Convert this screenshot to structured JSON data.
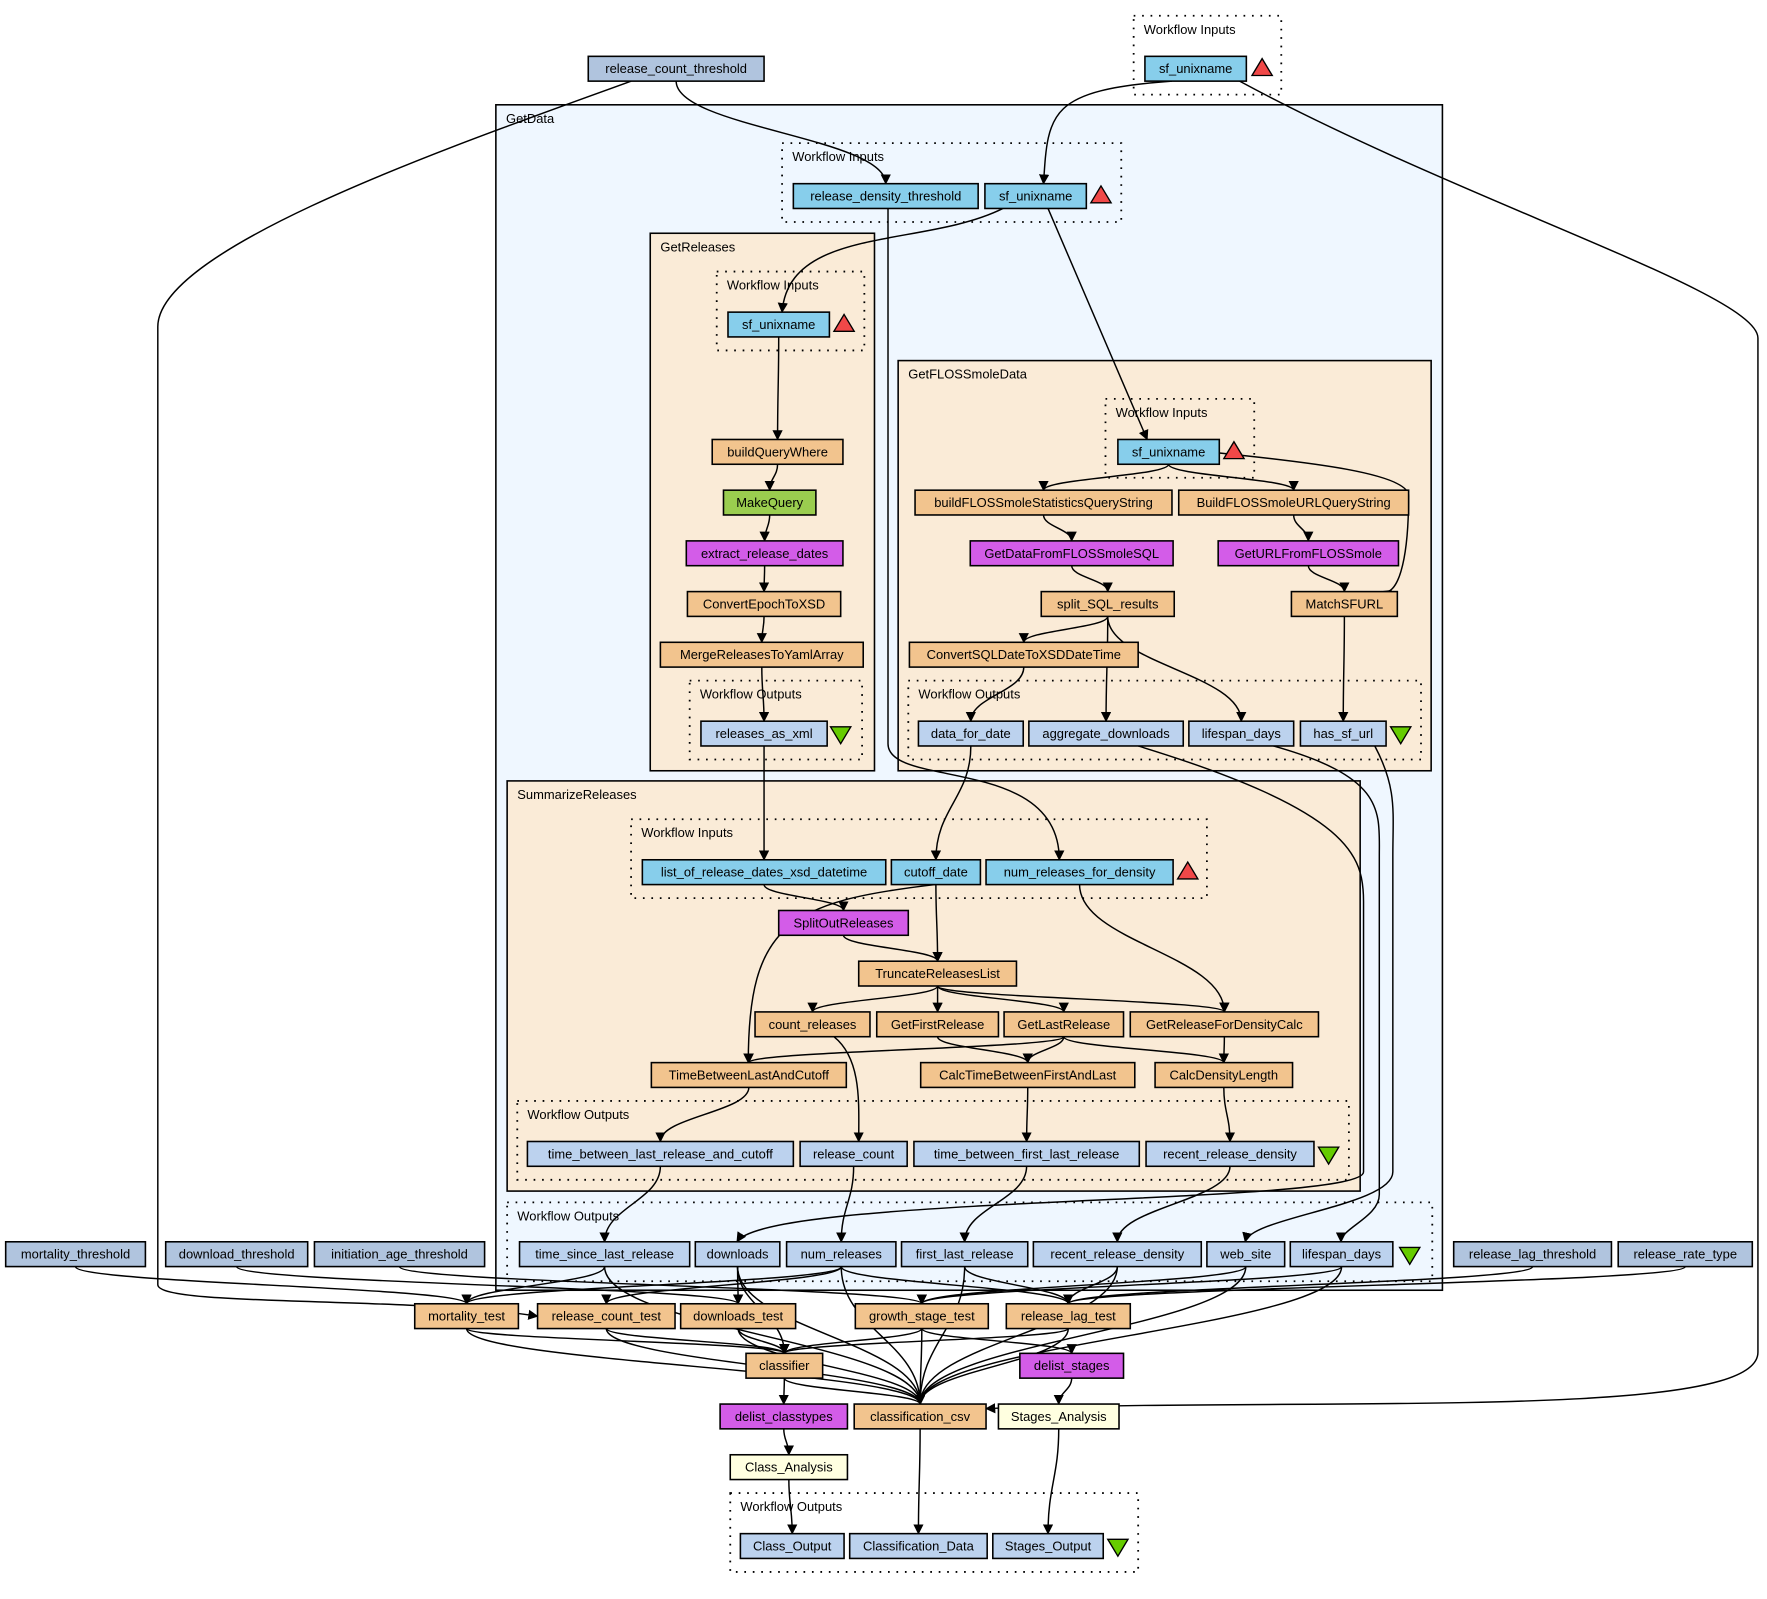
{
  "colors": {
    "top_input": "#b0c4de",
    "workflow_input": "#87ceeb",
    "workflow_output": "#bcd2ee",
    "beanshell": "#f2c48e",
    "local_worker": "#d35ce8",
    "string_constant": "#9acd4f",
    "rshell": "#ffffe0",
    "cluster_getdata": "#eff7ff",
    "cluster_nested": "#faebd7",
    "input_marker": "#f04848",
    "output_marker": "#66cc00"
  },
  "clusters": {
    "top_inputs": "Workflow Inputs",
    "getdata": "GetData",
    "getdata_inputs": "Workflow Inputs",
    "getreleases": "GetReleases",
    "getreleases_inputs": "Workflow Inputs",
    "getreleases_outputs": "Workflow Outputs",
    "getflossmole": "GetFLOSSmoleData",
    "getflossmole_inputs": "Workflow Inputs",
    "getflossmole_outputs": "Workflow Outputs",
    "summarize": "SummarizeReleases",
    "summarize_inputs": "Workflow Inputs",
    "summarize_outputs": "Workflow Outputs",
    "getdata_outputs": "Workflow Outputs",
    "final_outputs": "Workflow Outputs"
  },
  "nodes": {
    "release_count_threshold": {
      "label": "release_count_threshold",
      "kind": "top_input"
    },
    "top_sf_unixname": {
      "label": "sf_unixname",
      "kind": "workflow_input"
    },
    "gd_release_density_threshold": {
      "label": "release_density_threshold",
      "kind": "workflow_input"
    },
    "gd_sf_unixname": {
      "label": "sf_unixname",
      "kind": "workflow_input"
    },
    "gr_sf_unixname": {
      "label": "sf_unixname",
      "kind": "workflow_input"
    },
    "buildQueryWhere": {
      "label": "buildQueryWhere",
      "kind": "beanshell"
    },
    "MakeQuery": {
      "label": "MakeQuery",
      "kind": "string_constant"
    },
    "extract_release_dates": {
      "label": "extract_release_dates",
      "kind": "local_worker"
    },
    "ConvertEpochToXSD": {
      "label": "ConvertEpochToXSD",
      "kind": "beanshell"
    },
    "MergeReleasesToYamlArray": {
      "label": "MergeReleasesToYamlArray",
      "kind": "beanshell"
    },
    "releases_as_xml": {
      "label": "releases_as_xml",
      "kind": "workflow_output"
    },
    "gf_sf_unixname": {
      "label": "sf_unixname",
      "kind": "workflow_input"
    },
    "buildFLOSSmoleStatisticsQueryString": {
      "label": "buildFLOSSmoleStatisticsQueryString",
      "kind": "beanshell"
    },
    "BuildFLOSSmoleURLQueryString": {
      "label": "BuildFLOSSmoleURLQueryString",
      "kind": "beanshell"
    },
    "GetDataFromFLOSSmoleSQL": {
      "label": "GetDataFromFLOSSmoleSQL",
      "kind": "local_worker"
    },
    "GetURLFromFLOSSmole": {
      "label": "GetURLFromFLOSSmole",
      "kind": "local_worker"
    },
    "split_SQL_results": {
      "label": "split_SQL_results",
      "kind": "beanshell"
    },
    "MatchSFURL": {
      "label": "MatchSFURL",
      "kind": "beanshell"
    },
    "ConvertSQLDateToXSDDateTime": {
      "label": "ConvertSQLDateToXSDDateTime",
      "kind": "beanshell"
    },
    "data_for_date": {
      "label": "data_for_date",
      "kind": "workflow_output"
    },
    "aggregate_downloads": {
      "label": "aggregate_downloads",
      "kind": "workflow_output"
    },
    "gf_lifespan_days": {
      "label": "lifespan_days",
      "kind": "workflow_output"
    },
    "has_sf_url": {
      "label": "has_sf_url",
      "kind": "workflow_output"
    },
    "list_of_release_dates_xsd_datetime": {
      "label": "list_of_release_dates_xsd_datetime",
      "kind": "workflow_input"
    },
    "cutoff_date": {
      "label": "cutoff_date",
      "kind": "workflow_input"
    },
    "num_releases_for_density": {
      "label": "num_releases_for_density",
      "kind": "workflow_input"
    },
    "SplitOutReleases": {
      "label": "SplitOutReleases",
      "kind": "local_worker"
    },
    "TruncateReleasesList": {
      "label": "TruncateReleasesList",
      "kind": "beanshell"
    },
    "count_releases": {
      "label": "count_releases",
      "kind": "beanshell"
    },
    "GetFirstRelease": {
      "label": "GetFirstRelease",
      "kind": "beanshell"
    },
    "GetLastRelease": {
      "label": "GetLastRelease",
      "kind": "beanshell"
    },
    "GetReleaseForDensityCalc": {
      "label": "GetReleaseForDensityCalc",
      "kind": "beanshell"
    },
    "TimeBetweenLastAndCutoff": {
      "label": "TimeBetweenLastAndCutoff",
      "kind": "beanshell"
    },
    "CalcTimeBetweenFirstAndLast": {
      "label": "CalcTimeBetweenFirstAndLast",
      "kind": "beanshell"
    },
    "CalcDensityLength": {
      "label": "CalcDensityLength",
      "kind": "beanshell"
    },
    "time_between_last_release_and_cutoff": {
      "label": "time_between_last_release_and_cutoff",
      "kind": "workflow_output"
    },
    "release_count": {
      "label": "release_count",
      "kind": "workflow_output"
    },
    "time_between_first_last_release": {
      "label": "time_between_first_last_release",
      "kind": "workflow_output"
    },
    "sr_recent_release_density": {
      "label": "recent_release_density",
      "kind": "workflow_output"
    },
    "time_since_last_release": {
      "label": "time_since_last_release",
      "kind": "workflow_output"
    },
    "downloads": {
      "label": "downloads",
      "kind": "workflow_output"
    },
    "num_releases": {
      "label": "num_releases",
      "kind": "workflow_output"
    },
    "first_last_release": {
      "label": "first_last_release",
      "kind": "workflow_output"
    },
    "recent_release_density": {
      "label": "recent_release_density",
      "kind": "workflow_output"
    },
    "web_site": {
      "label": "web_site",
      "kind": "workflow_output"
    },
    "lifespan_days": {
      "label": "lifespan_days",
      "kind": "workflow_output"
    },
    "mortality_threshold": {
      "label": "mortality_threshold",
      "kind": "top_input"
    },
    "download_threshold": {
      "label": "download_threshold",
      "kind": "top_input"
    },
    "initiation_age_threshold": {
      "label": "initiation_age_threshold",
      "kind": "top_input"
    },
    "release_lag_threshold": {
      "label": "release_lag_threshold",
      "kind": "top_input"
    },
    "release_rate_type": {
      "label": "release_rate_type",
      "kind": "top_input"
    },
    "mortality_test": {
      "label": "mortality_test",
      "kind": "beanshell"
    },
    "release_count_test": {
      "label": "release_count_test",
      "kind": "beanshell"
    },
    "downloads_test": {
      "label": "downloads_test",
      "kind": "beanshell"
    },
    "growth_stage_test": {
      "label": "growth_stage_test",
      "kind": "beanshell"
    },
    "release_lag_test": {
      "label": "release_lag_test",
      "kind": "beanshell"
    },
    "classifier": {
      "label": "classifier",
      "kind": "beanshell"
    },
    "delist_stages": {
      "label": "delist_stages",
      "kind": "local_worker"
    },
    "delist_classtypes": {
      "label": "delist_classtypes",
      "kind": "local_worker"
    },
    "classification_csv": {
      "label": "classification_csv",
      "kind": "beanshell"
    },
    "Stages_Analysis": {
      "label": "Stages_Analysis",
      "kind": "rshell"
    },
    "Class_Analysis": {
      "label": "Class_Analysis",
      "kind": "rshell"
    },
    "Class_Output": {
      "label": "Class_Output",
      "kind": "workflow_output"
    },
    "Classification_Data": {
      "label": "Classification_Data",
      "kind": "workflow_output"
    },
    "Stages_Output": {
      "label": "Stages_Output",
      "kind": "workflow_output"
    }
  }
}
